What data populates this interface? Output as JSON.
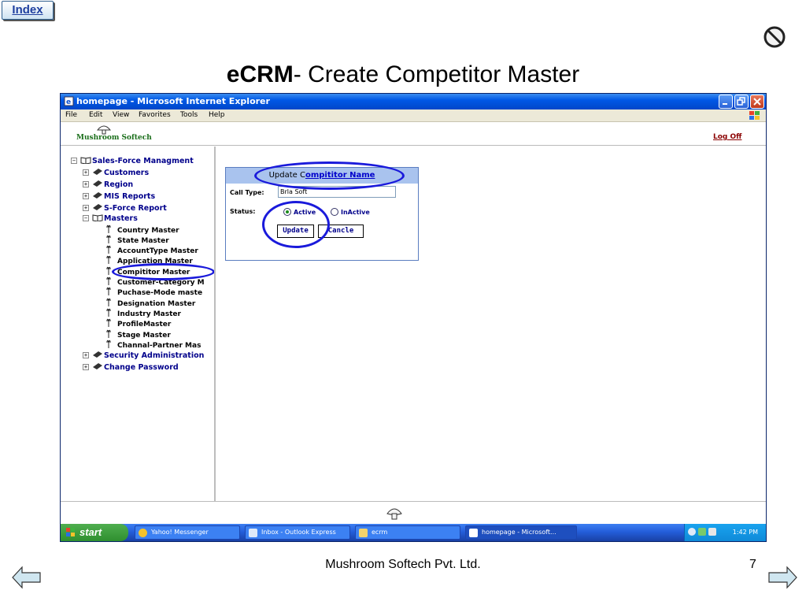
{
  "slide": {
    "index_label": "Index",
    "title_bold": "eCRM",
    "title_rest": "- Create Competitor Master",
    "footer_company": "Mushroom Softech Pvt. Ltd.",
    "page_number": "7"
  },
  "browser": {
    "window_title": "homepage - Microsoft Internet Explorer",
    "menu": [
      "File",
      "Edit",
      "View",
      "Favorites",
      "Tools",
      "Help"
    ]
  },
  "app": {
    "logo_text": "Mushroom Softech",
    "logoff_label": "Log Off"
  },
  "tree": {
    "root": "Sales-Force Managment",
    "groups": [
      "Customers",
      "Region",
      "MIS Reports",
      "S-Force Report"
    ],
    "masters_label": "Masters",
    "masters_items": [
      "Country Master",
      "State Master",
      "AccountType Master",
      "Application Master",
      "Compititor Master",
      "Customer-Category M",
      "Puchase-Mode maste",
      "Designation Master",
      "Industry Master",
      "ProfileMaster",
      "Stage Master",
      "Channal-Partner Mas"
    ],
    "bottom_groups": [
      "Security Administration",
      "Change Password"
    ]
  },
  "form": {
    "header_prefix": "Update C",
    "header_link": "ompititor Name",
    "call_type_label": "Call Type:",
    "call_type_value": "Brla Soft",
    "status_label": "Status:",
    "radio_active": "Active",
    "radio_inactive": "InActive",
    "status_selected": "Active",
    "update_btn": "Update",
    "cancel_btn": "Cancle"
  },
  "taskbar": {
    "start_label": "start",
    "tasks": [
      "Yahoo! Messenger",
      "Inbox - Outlook Express",
      "ecrm",
      "homepage - Microsoft..."
    ],
    "clock": "1:42 PM"
  },
  "colors": {
    "annotation": "#1a1adb",
    "form_header": "#a9c3ee",
    "tree_text": "#00008b",
    "titlebar": "#0058e6"
  }
}
